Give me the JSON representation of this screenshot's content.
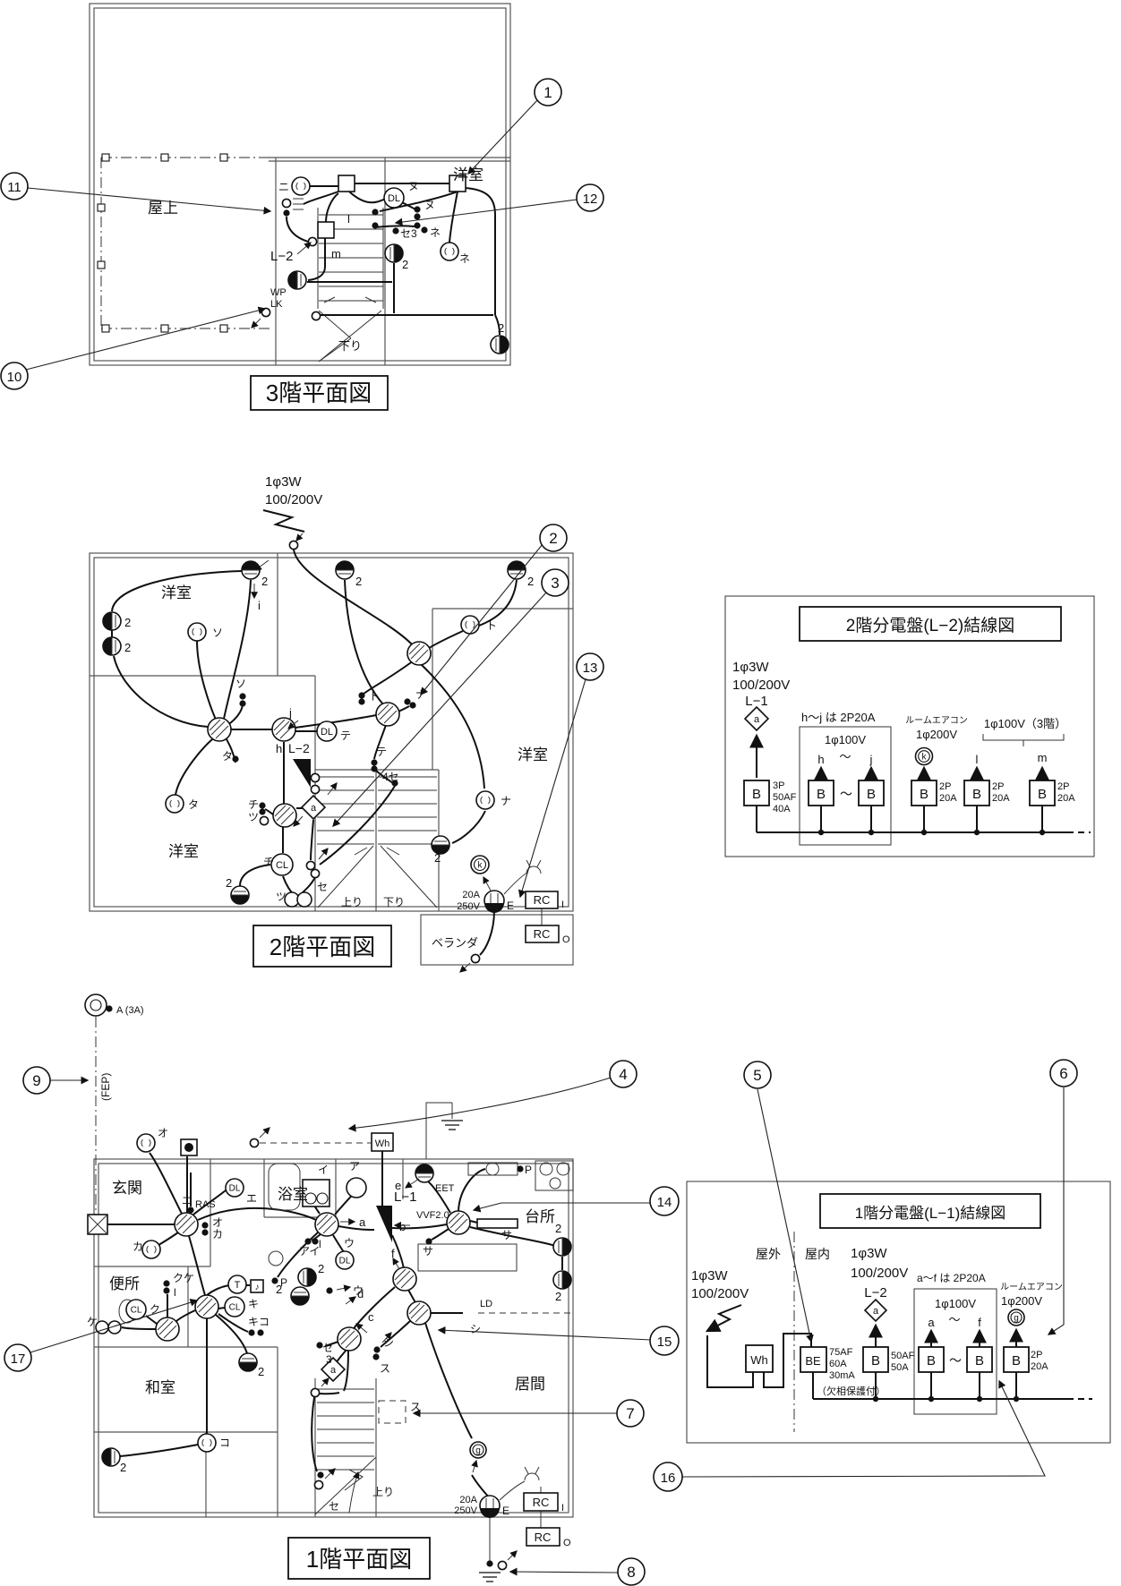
{
  "titles": {
    "f3": "3階平面図",
    "f2": "2階平面図",
    "f1": "1階平面図",
    "b2": "2階分電盤(L−2)結線図",
    "b1": "1階分電盤(L−1)結線図"
  },
  "rooms": {
    "roof": "屋上",
    "western": "洋室",
    "veranda": "ベランダ",
    "entrance": "玄関",
    "bath": "浴室",
    "toilet": "便所",
    "washitsu": "和室",
    "kitchen": "台所",
    "living": "居間"
  },
  "stairs": {
    "up": "上り",
    "down": "下り"
  },
  "power": {
    "w3": "1φ3W",
    "v100_200": "100/200V",
    "v100": "1φ100V",
    "v200": "1φ200V",
    "v100_3f": "1φ100V（3階）",
    "hj_note": "h〜j は 2P20A",
    "af_note": "a〜f は 2P20A",
    "aircon": "ルームエアコン",
    "panel_l1": "L−1",
    "panel_l2": "L−2",
    "outdoor": "屋外",
    "indoor": "屋内",
    "amp20": "20A",
    "v250": "250V",
    "fep": "(FEP)",
    "a3a": "A (3A)",
    "vvf": "VVF2.0",
    "wp": "WP",
    "lk": "LK",
    "ras": "RAS",
    "eet": "EET",
    "ld": "LD",
    "wh": "Wh",
    "be": "BE",
    "b": "B",
    "rc": "RC",
    "p3": "3P",
    "p2": "2P",
    "af50": "50AF",
    "a40": "40A",
    "a50": "50A",
    "af75": "75AF",
    "a60": "60A",
    "ma30": "30mA",
    "phase_note": "（欠相保護付）",
    "tilde": "〜",
    "sub_i": "I",
    "sub_o": "O",
    "e": "E",
    "p": "P",
    "t": "T",
    "dl": "DL",
    "cl": "CL",
    "note": "♪"
  },
  "letters": {
    "a": "a",
    "b": "b",
    "c": "c",
    "d": "d",
    "e": "e",
    "f": "f",
    "g": "g",
    "h": "h",
    "i": "i",
    "j": "j",
    "k": "k",
    "l": "l",
    "m": "m",
    "two": "2",
    "three": "3"
  },
  "kana": {
    "a": "ア",
    "i": "イ",
    "u": "ウ",
    "e": "エ",
    "o": "オ",
    "ka": "カ",
    "ki": "キ",
    "ku": "ク",
    "ke": "ケ",
    "ko": "コ",
    "sa": "サ",
    "shi": "シ",
    "su": "ス",
    "se": "セ",
    "so": "ソ",
    "ta": "タ",
    "chi": "チ",
    "tsu": "ツ",
    "te": "テ",
    "to": "ト",
    "na": "ナ",
    "ni": "ニ",
    "nu": "ヌ",
    "ne": "ネ",
    "ai": "アイ",
    "kuke": "クケ",
    "kiko": "キコ",
    "se3": "セ3",
    "se4": "4セ"
  },
  "callouts": {
    "c1": "1",
    "c2": "2",
    "c3": "3",
    "c4": "4",
    "c5": "5",
    "c6": "6",
    "c7": "7",
    "c8": "8",
    "c9": "9",
    "c10": "10",
    "c11": "11",
    "c12": "12",
    "c13": "13",
    "c14": "14",
    "c15": "15",
    "c16": "16",
    "c17": "17"
  }
}
